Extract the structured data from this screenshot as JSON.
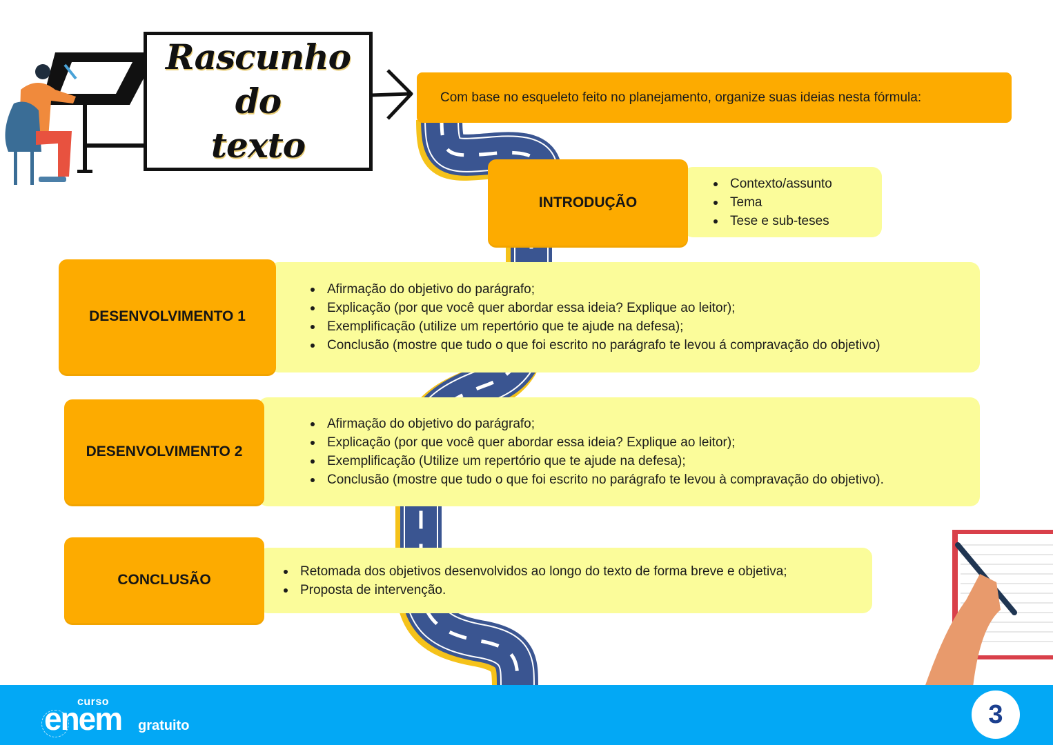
{
  "header": {
    "title_line1": "Rascunho do",
    "title_line2": "texto",
    "banner_text": "Com base no esqueleto feito no planejamento, organize suas ideias nesta fórmula:"
  },
  "sections": [
    {
      "label": "INTRODUÇÃO",
      "items": [
        "Contexto/assunto",
        "Tema",
        "Tese e sub-teses"
      ]
    },
    {
      "label": "DESENVOLVIMENTO 1",
      "items": [
        "Afirmação do objetivo do parágrafo;",
        "Explicação (por que você quer abordar essa ideia? Explique ao leitor);",
        "Exemplificação (utilize um repertório que te ajude na defesa);",
        "Conclusão (mostre que tudo o que foi escrito no parágrafo te levou á compravação do objetivo)"
      ]
    },
    {
      "label": "DESENVOLVIMENTO 2",
      "items": [
        "Afirmação do objetivo do parágrafo;",
        "Explicação (por que você quer abordar essa ideia? Explique ao leitor);",
        "Exemplificação (Utilize um repertório que te ajude na defesa);",
        "Conclusão (mostre que tudo o que foi escrito no parágrafo te levou à compravação do objetivo)."
      ]
    },
    {
      "label": "CONCLUSÃO",
      "items": [
        "Retomada dos objetivos desenvolvidos ao longo do texto de forma breve e objetiva;",
        "Proposta de intervenção."
      ]
    }
  ],
  "footer": {
    "logo_curso": "curso",
    "logo_enem": "enem",
    "logo_gratuito": "gratuito",
    "page_number": "3"
  },
  "colors": {
    "label_orange": "#fdab00",
    "body_yellow": "#fbfc9a",
    "road_blue": "#3a5591",
    "road_edge": "#f5c21a",
    "footer_blue": "#03a8f5",
    "page_number": "#1b3f8f"
  }
}
